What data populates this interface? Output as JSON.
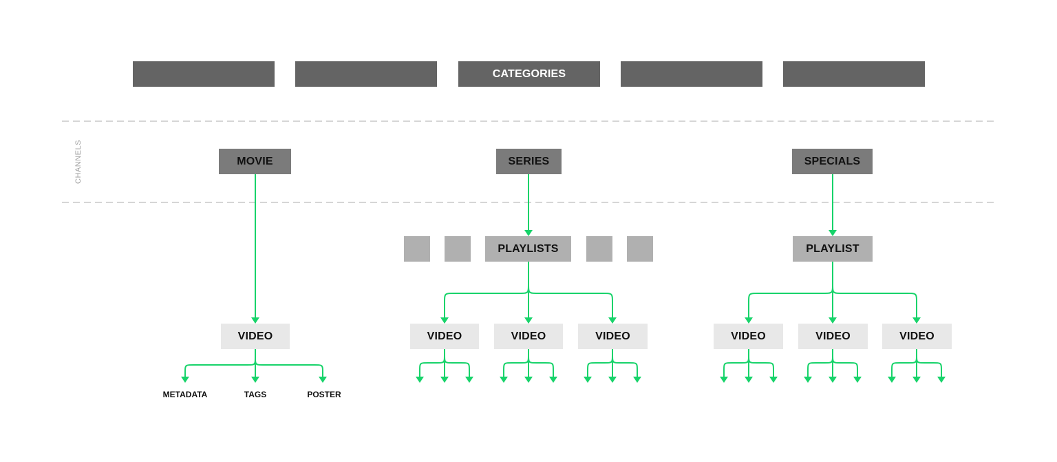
{
  "accent_color": "#17d36a",
  "categories": [
    "",
    "",
    "CATEGORIES",
    "",
    ""
  ],
  "channels_label": "CHANNELS",
  "channels": [
    {
      "label": "MOVIE",
      "video": "VIDEO",
      "leaves": [
        "METADATA",
        "TAGS",
        "POSTER"
      ]
    },
    {
      "label": "SERIES",
      "playlist": "PLAYLISTS",
      "videos": [
        "VIDEO",
        "VIDEO",
        "VIDEO"
      ]
    },
    {
      "label": "SPECIALS",
      "playlist": "PLAYLIST",
      "videos": [
        "VIDEO",
        "VIDEO",
        "VIDEO"
      ]
    }
  ]
}
